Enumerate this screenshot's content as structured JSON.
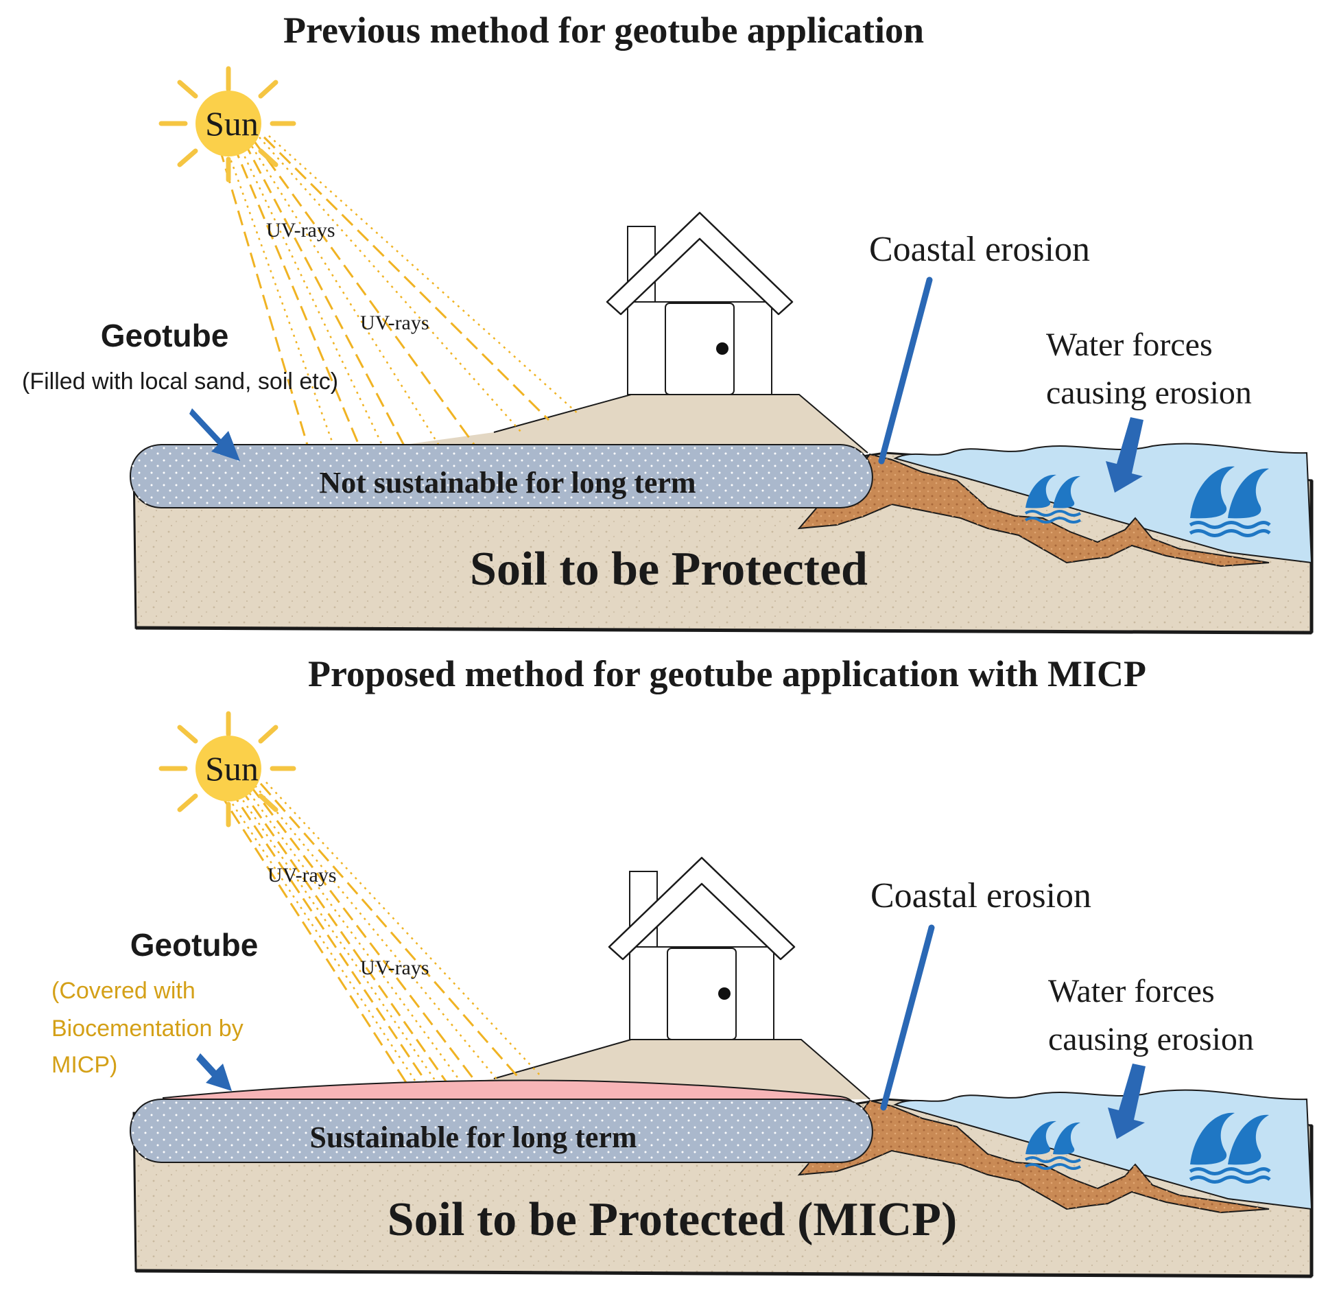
{
  "panels": [
    {
      "title": "Previous method for geotube application",
      "sun_label": "Sun",
      "uv_label_1": "UV-rays",
      "uv_label_2": "UV-rays",
      "geotube_label": "Geotube",
      "geotube_note": "(Filled with local sand, soil etc)",
      "geotube_status": "Not sustainable for long term",
      "coastal_label": "Coastal erosion",
      "water_label_1": "Water forces",
      "water_label_2": "causing erosion",
      "soil_label": "Soil to be Protected"
    },
    {
      "title": "Proposed method for geotube application with MICP",
      "sun_label": "Sun",
      "uv_label_1": "UV-rays",
      "uv_label_2": "UV-rays",
      "geotube_label": "Geotube",
      "geotube_note_1": "(Covered with",
      "geotube_note_2": "Biocementation by",
      "geotube_note_3": "MICP)",
      "geotube_status": "Sustainable for long term",
      "coastal_label": "Coastal erosion",
      "water_label_1": "Water forces",
      "water_label_2": "causing erosion",
      "soil_label": "Soil to be Protected (MICP)"
    }
  ],
  "colors": {
    "soil": "#e3d7c3",
    "geotube": "#aab8cc",
    "eroded_soil": "#c98a55",
    "water": "#c3e1f4",
    "wave": "#1f77c4",
    "arrow": "#2a68b5",
    "sun": "#fbd04a",
    "sun_rays": "#f5c542",
    "uv_rays": "#f0b323",
    "biocement": "#f7b5b7",
    "note_text": "#d4a017"
  }
}
